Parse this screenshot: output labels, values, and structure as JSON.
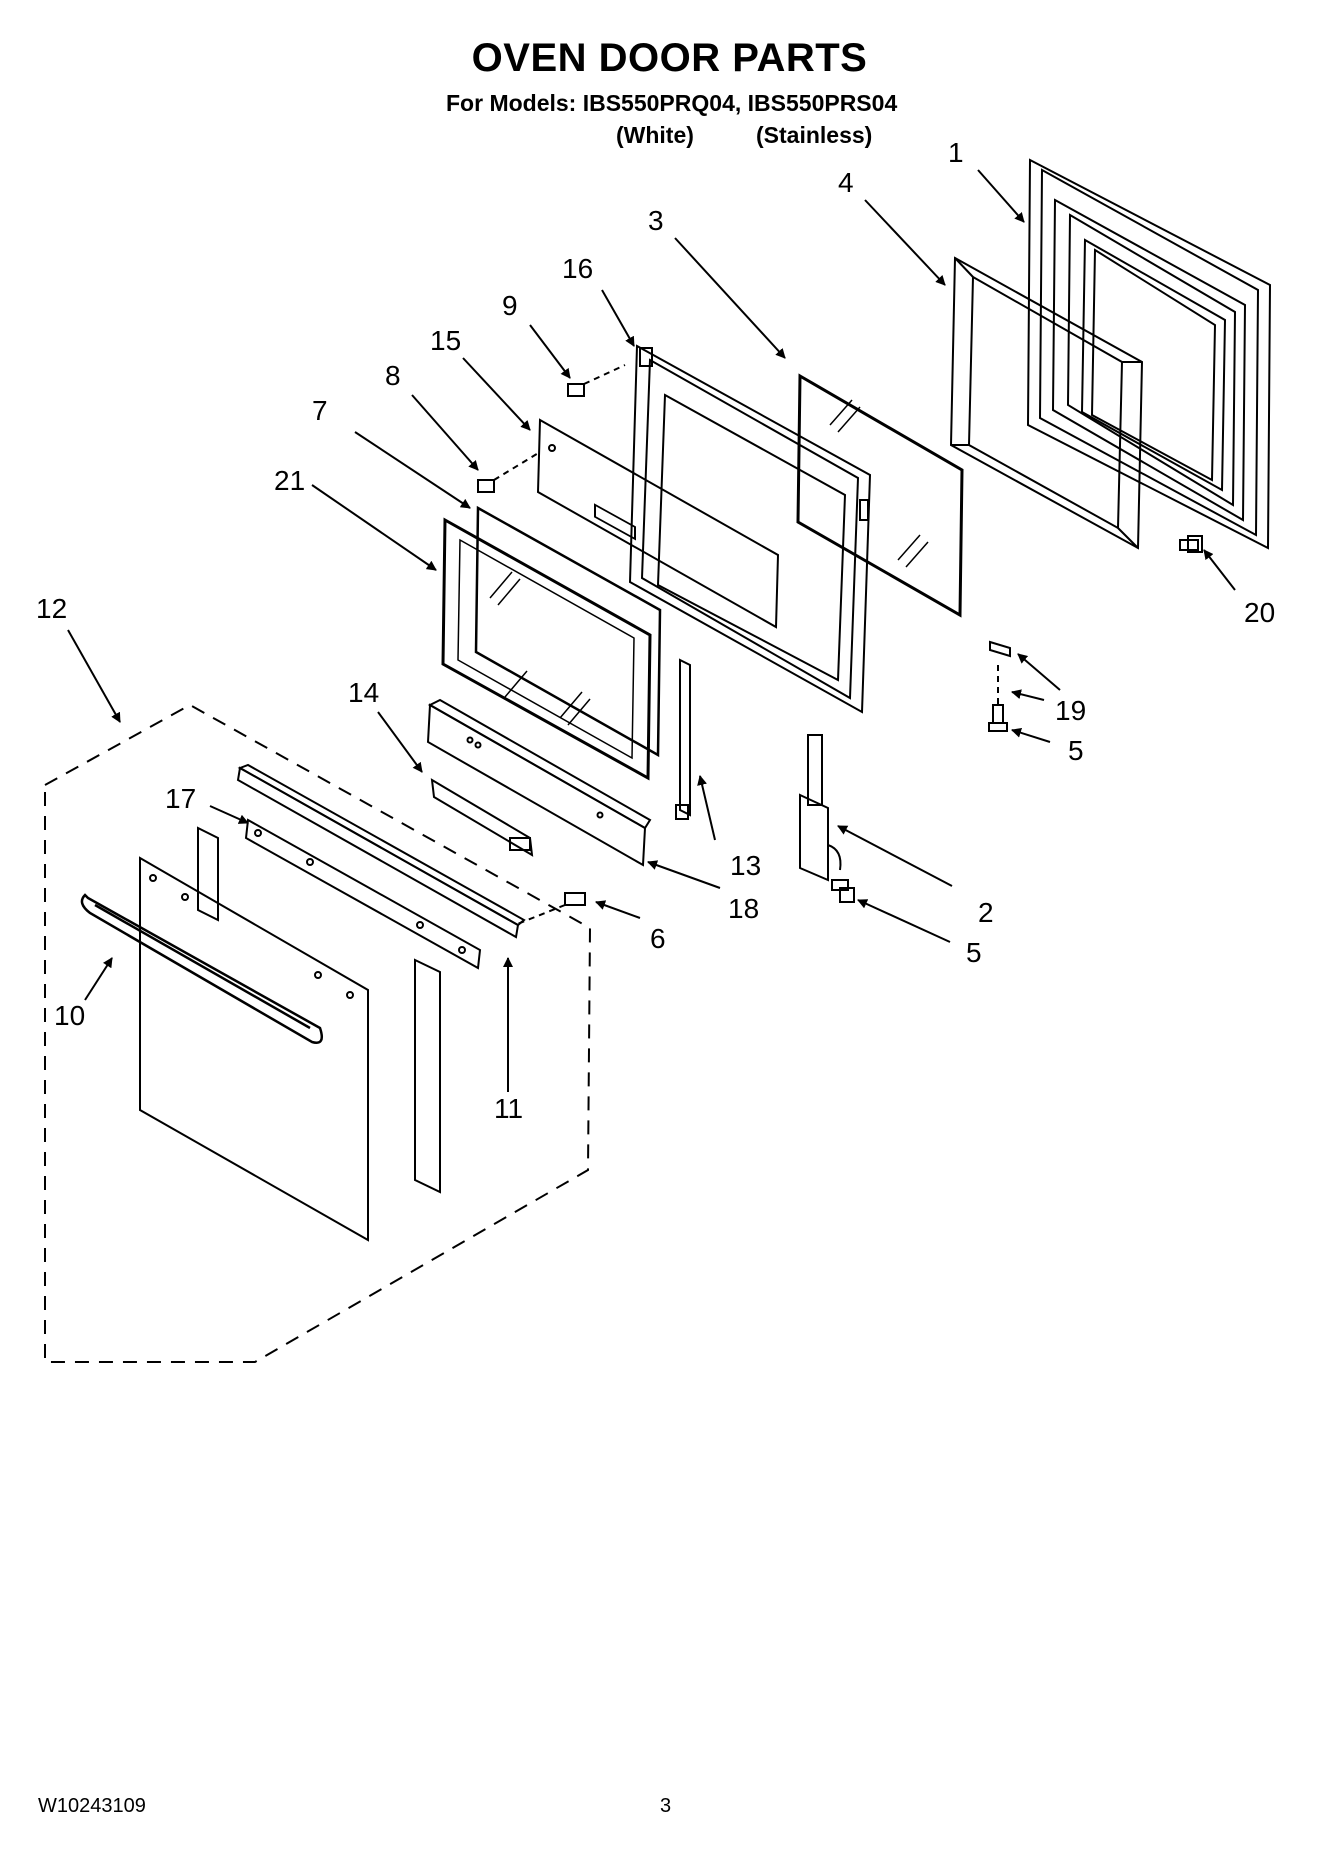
{
  "header": {
    "title": "OVEN DOOR PARTS",
    "models_line": "For Models: IBS550PRQ04, IBS550PRS04",
    "variant_white": "(White)",
    "variant_stainless": "(Stainless)"
  },
  "callouts": {
    "c1": "1",
    "c2": "2",
    "c3": "3",
    "c4": "4",
    "c5a": "5",
    "c5b": "5",
    "c6": "6",
    "c7": "7",
    "c8": "8",
    "c9": "9",
    "c10": "10",
    "c11": "11",
    "c12": "12",
    "c13": "13",
    "c14": "14",
    "c15": "15",
    "c16": "16",
    "c17": "17",
    "c18": "18",
    "c19": "19",
    "c20": "20",
    "c21": "21"
  },
  "footer": {
    "doc_number": "W10243109",
    "page_number": "3"
  }
}
